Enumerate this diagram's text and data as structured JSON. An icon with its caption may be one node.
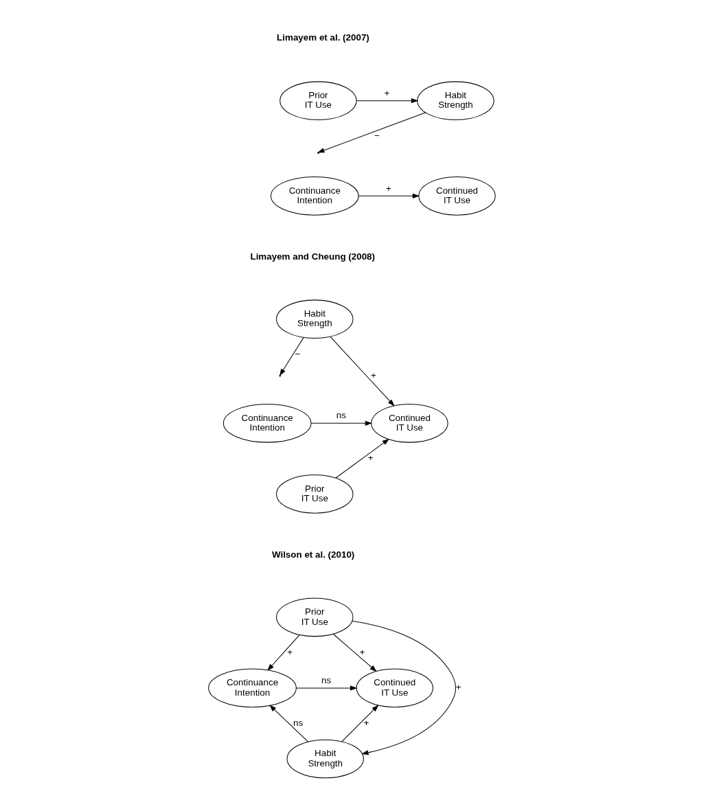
{
  "diagram": {
    "nodes": [
      {
        "text": [
          "Prior IT Use"
        ]
      },
      {
        "text": [
          "Habit Strength"
        ]
      },
      {
        "text": [
          "Continuance Intention"
        ]
      },
      {
        "text": [
          "Continued IT Use"
        ]
      },
      {
        "text": [
          "Habit Strength"
        ]
      },
      {
        "text": [
          "Continuance Intention"
        ]
      },
      {
        "text": [
          "Continued IT Use"
        ]
      },
      {
        "text": [
          "Prior IT Use"
        ]
      },
      {
        "text": [
          "Prior IT Use"
        ]
      },
      {
        "text": [
          "Continuance Intention"
        ]
      },
      {
        "text": [
          "Continued IT Use"
        ]
      },
      {
        "text": [
          "Habit Strength"
        ]
      }
    ],
    "edges": [
      {
        "from": 0,
        "to": 1,
        "arrow": "to",
        "label": "+"
      },
      {
        "from": 1,
        "to": null,
        "arrow": "to",
        "label": "−"
      },
      {
        "from": 2,
        "to": 3,
        "arrow": "to",
        "label": "+"
      },
      {
        "from": 4,
        "to": null,
        "arrow": "to",
        "label": "−"
      },
      {
        "from": 4,
        "to": 6,
        "arrow": "to",
        "label": "+"
      },
      {
        "from": 5,
        "to": 6,
        "arrow": "to",
        "label": "ns"
      },
      {
        "from": 7,
        "to": 6,
        "arrow": "to",
        "label": "+"
      },
      {
        "from": 8,
        "to": 10,
        "arrow": "to",
        "label": "+"
      },
      {
        "from": 8,
        "to": 9,
        "arrow": "to",
        "label": "+"
      },
      {
        "from": 8,
        "to": 11,
        "arrow": "to",
        "label": "+"
      },
      {
        "from": 11,
        "to": 9,
        "arrow": "to",
        "label": "ns"
      },
      {
        "from": 9,
        "to": 10,
        "arrow": "to",
        "label": "ns"
      },
      {
        "from": 11,
        "to": 10,
        "arrow": "to",
        "label": "+"
      }
    ],
    "labels": [
      "Limayem et al. (2007)",
      "Limayem and Cheung (2008)",
      "Wilson et al. (2010)"
    ]
  }
}
